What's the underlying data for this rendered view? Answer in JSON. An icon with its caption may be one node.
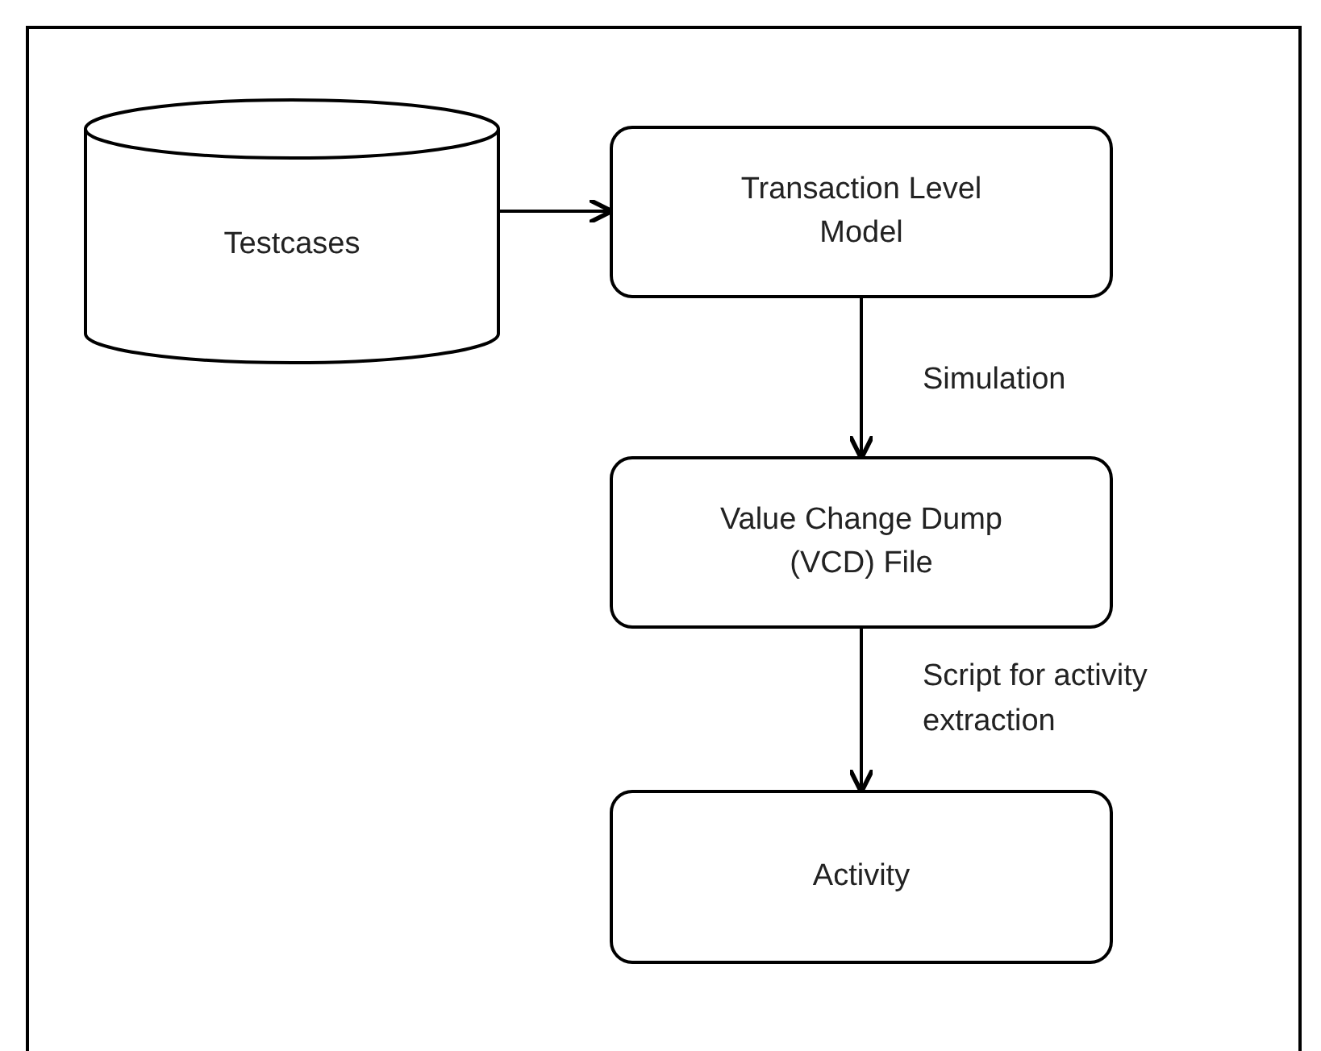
{
  "diagram": {
    "nodes": [
      {
        "text": [
          "Testcases"
        ]
      },
      {
        "text": [
          "Transaction Level Model"
        ]
      },
      {
        "text": [
          "Value Change Dump (VCD) File"
        ]
      },
      {
        "text": [
          "Activity"
        ]
      }
    ],
    "edges": [
      {
        "from": 0,
        "to": 1,
        "arrow": "to"
      },
      {
        "from": 1,
        "to": 2,
        "arrow": "to",
        "label": "Simulation"
      },
      {
        "from": 2,
        "to": 3,
        "arrow": "to",
        "label": "Script for activity extraction"
      }
    ]
  }
}
